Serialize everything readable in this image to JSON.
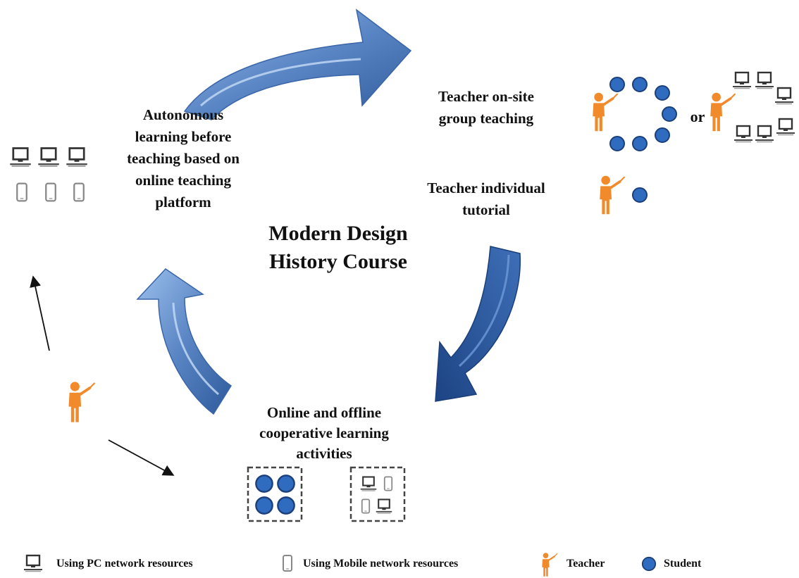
{
  "center_title": [
    "Modern Design",
    "History Course"
  ],
  "nodes": {
    "autonomous": [
      "Autonomous",
      "learning before",
      "teaching based on",
      "online teaching",
      "platform"
    ],
    "group_teaching": [
      "Teacher on-site",
      "group teaching"
    ],
    "individual_tutorial": [
      "Teacher individual",
      "tutorial"
    ],
    "cooperative": [
      "Online and offline",
      "cooperative learning",
      "activities"
    ]
  },
  "or_label": "or",
  "legend": {
    "pc": "Using PC network resources",
    "mobile": "Using Mobile network resources",
    "teacher": "Teacher",
    "student": "Student"
  },
  "icons": [
    "pc-icon",
    "mobile-icon",
    "teacher-icon",
    "student-icon"
  ],
  "colors": {
    "arrow_fill": "#5b86c5",
    "arrow_dark": "#2e5a9c",
    "student": "#2f6cc0",
    "student_stroke": "#1b3f7a",
    "teacher": "#f08a2a",
    "device": "#333333",
    "mobile": "#888888"
  }
}
